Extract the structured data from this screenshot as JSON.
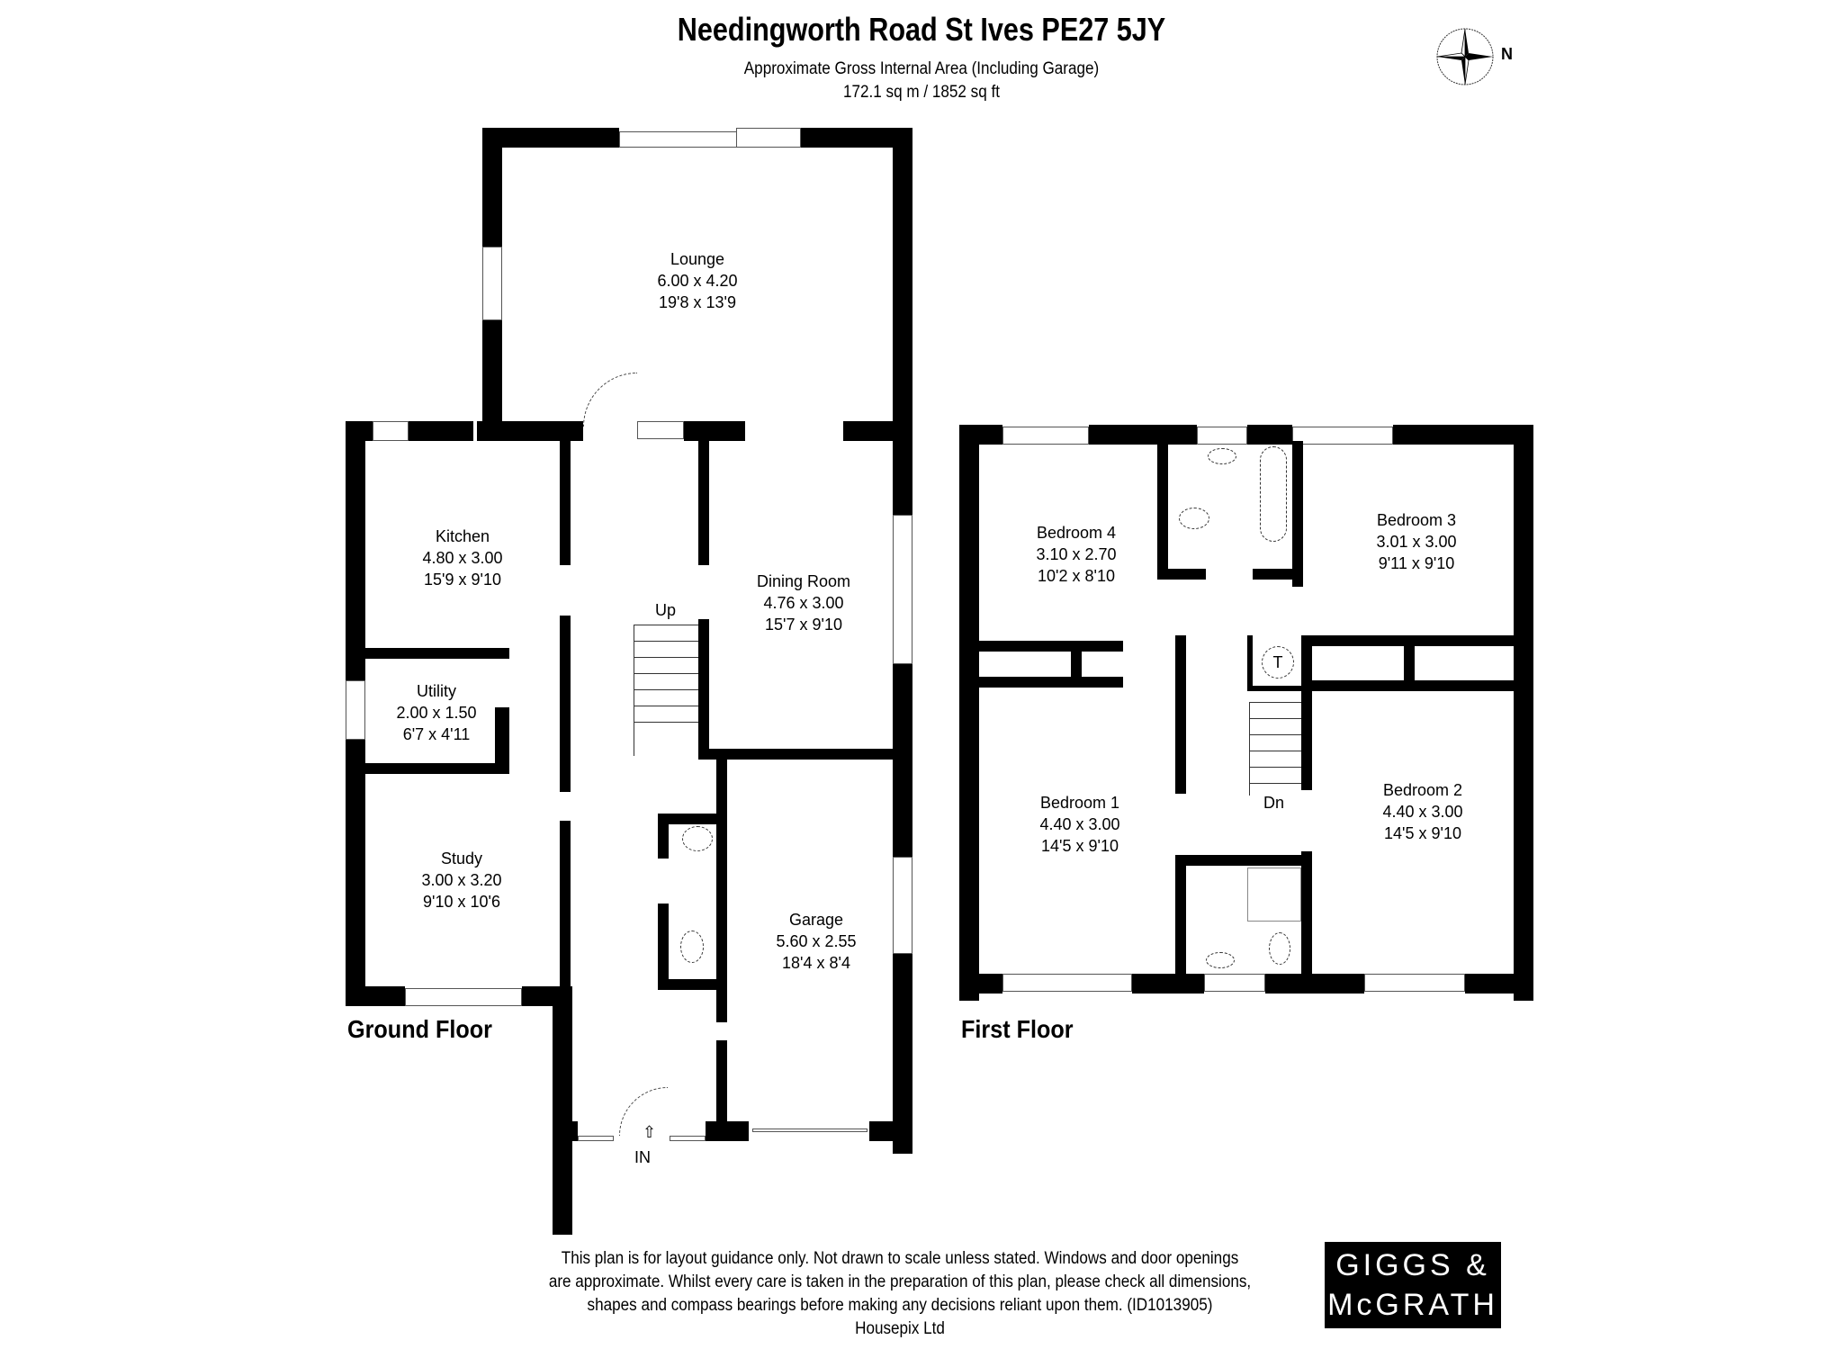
{
  "header": {
    "title": "Needingworth Road St Ives PE27 5JY",
    "area_caption": "Approximate Gross Internal Area (Including Garage)",
    "area_value": "172.1 sq m / 1852 sq ft",
    "compass_label": "N",
    "compass_icon": "compass-rose-icon"
  },
  "ground_floor": {
    "label": "Ground Floor",
    "rooms": [
      {
        "name": "Lounge",
        "metric": "6.00 x 4.20",
        "imperial": "19'8 x 13'9"
      },
      {
        "name": "Kitchen",
        "metric": "4.80 x 3.00",
        "imperial": "15'9 x 9'10"
      },
      {
        "name": "Dining Room",
        "metric": "4.76 x 3.00",
        "imperial": "15'7 x 9'10"
      },
      {
        "name": "Utility",
        "metric": "2.00 x 1.50",
        "imperial": "6'7 x 4'11"
      },
      {
        "name": "Study",
        "metric": "3.00 x 3.20",
        "imperial": "9'10 x 10'6"
      },
      {
        "name": "Garage",
        "metric": "5.60 x 2.55",
        "imperial": "18'4 x 8'4"
      }
    ],
    "stairs_label": "Up",
    "entrance_label": "IN"
  },
  "first_floor": {
    "label": "First Floor",
    "rooms": [
      {
        "name": "Bedroom 4",
        "metric": "3.10 x 2.70",
        "imperial": "10'2 x 8'10"
      },
      {
        "name": "Bedroom 3",
        "metric": "3.01 x 3.00",
        "imperial": "9'11 x 9'10"
      },
      {
        "name": "Bedroom 1",
        "metric": "4.40 x 3.00",
        "imperial": "14'5 x 9'10"
      },
      {
        "name": "Bedroom 2",
        "metric": "4.40 x 3.00",
        "imperial": "14'5 x 9'10"
      }
    ],
    "stairs_label": "Dn",
    "cupboard_label": "T"
  },
  "footer": {
    "disclaimer_lines": [
      "This plan is for layout guidance only. Not drawn to scale unless stated. Windows and door openings",
      "are approximate. Whilst every care is taken in the preparation of this plan, please check all dimensions,",
      "shapes and compass bearings before making any decisions reliant upon them. (ID1013905)",
      "Housepix Ltd"
    ],
    "logo_line1": "GIGGS &",
    "logo_line2": "McGRATH"
  },
  "colors": {
    "wall": "#000000",
    "background": "#ffffff",
    "logo_bg": "#000000",
    "logo_text": "#ffffff"
  }
}
